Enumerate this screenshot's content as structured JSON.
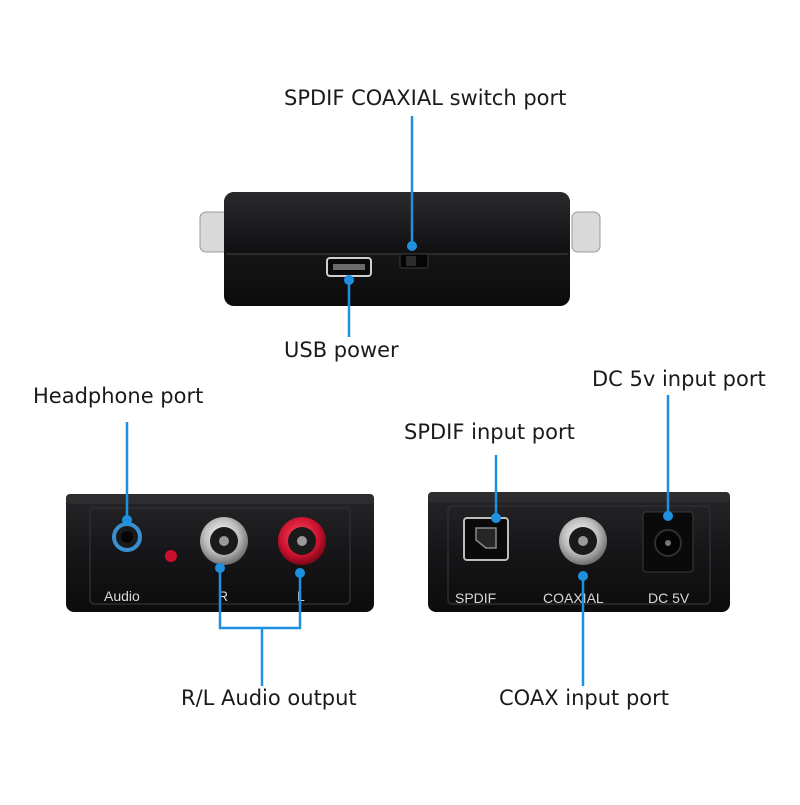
{
  "callouts": {
    "spdif_coaxial_switch": "SPDIF COAXIAL switch port",
    "usb_power": "USB power",
    "headphone_port": "Headphone port",
    "dc_input": "DC 5v input port",
    "spdif_input": "SPDIF input port",
    "rl_audio_output": "R/L Audio output",
    "coax_input": "COAX input port"
  },
  "panel_labels": {
    "audio": "Audio",
    "right": "R",
    "left": "L",
    "spdif": "SPDIF",
    "coaxial": "COAXIAL",
    "dc5v": "DC 5V"
  },
  "colors": {
    "leader_line": "#1e90e0",
    "device_body": "#1c1c1e",
    "device_face": "#0e0e10",
    "rca_red": "#c8102e",
    "rca_white": "#e8e8e8",
    "headphone_ring": "#3a8fd0"
  }
}
